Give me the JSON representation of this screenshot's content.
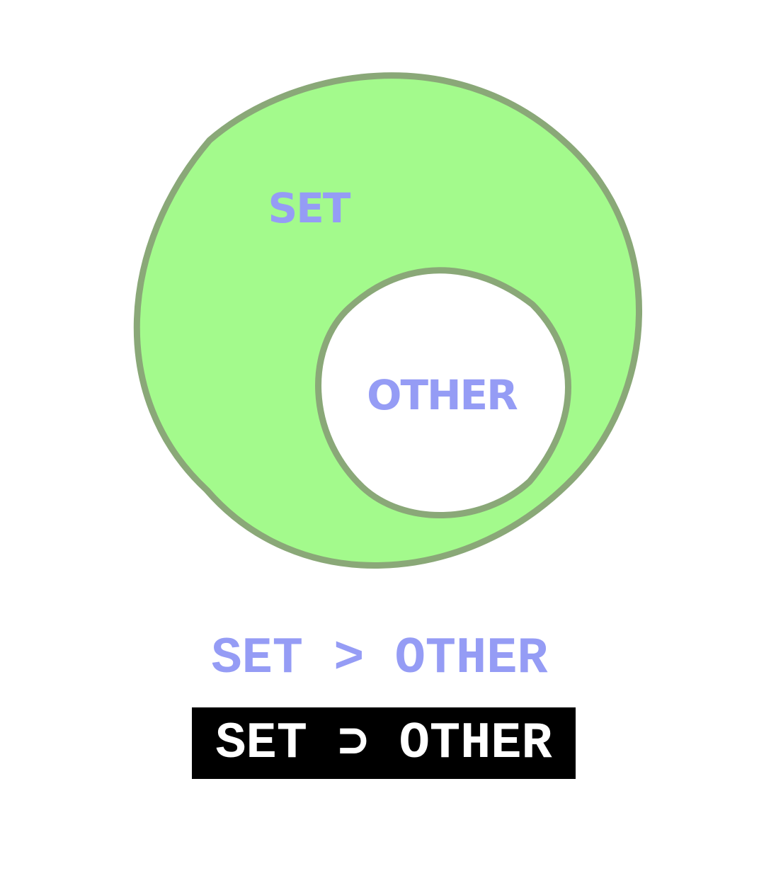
{
  "diagram": {
    "outer_set": {
      "label": "SET",
      "fill": "#a3fa8c",
      "stroke": "#8aa878"
    },
    "inner_set": {
      "label": "OTHER",
      "fill": "#ffffff",
      "stroke": "#8aa878"
    },
    "label_color": "#959cf5"
  },
  "expressions": {
    "python": "SET > OTHER",
    "python_color": "#959cf5",
    "math": "SET ⊃ OTHER",
    "math_color": "#ffffff",
    "math_background": "#000000"
  }
}
